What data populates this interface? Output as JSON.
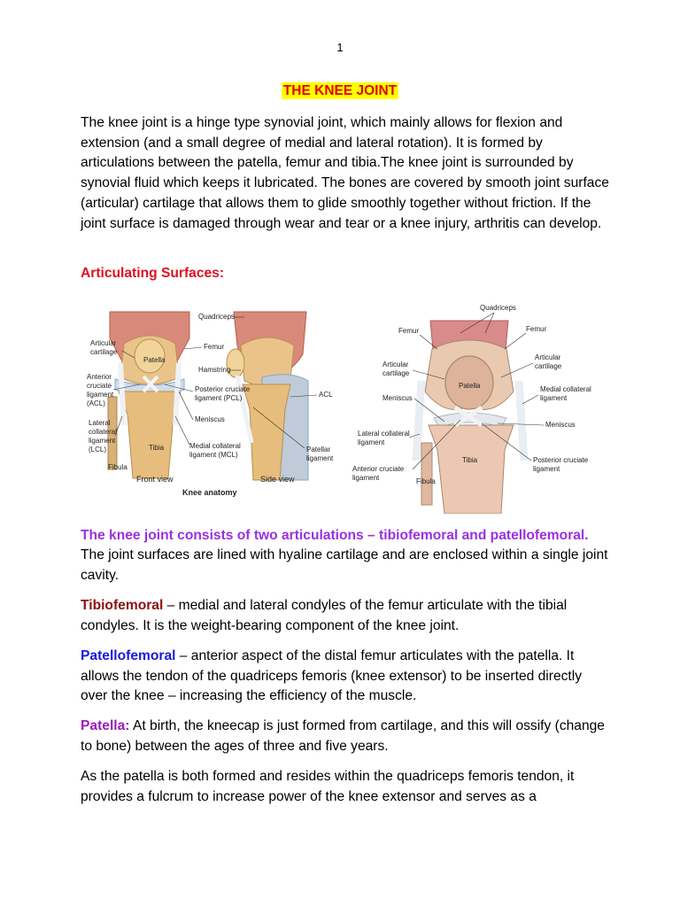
{
  "page_number": "1",
  "title": "THE KNEE JOINT",
  "intro": "The knee joint is a hinge type synovial joint, which mainly allows for flexion and extension (and a small degree of medial and lateral rotation). It is formed by articulations between the patella, femur and tibia.The knee joint is surrounded by synovial fluid which keeps it lubricated. The bones are covered by smooth joint surface (articular) cartilage that allows them to glide smoothly together without friction. If the joint surface is damaged through wear and tear or a knee injury, arthritis can develop.",
  "articulating_heading": "Articulating Surfaces:",
  "figure_left": {
    "labels": {
      "quadriceps": "Quadriceps",
      "articular_cartilage_1": "Articular",
      "articular_cartilage_2": "cartilage",
      "femur": "Femur",
      "patella": "Patella",
      "hamstring": "Hamstring",
      "acl_1": "Anterior",
      "acl_2": "cruciate",
      "acl_3": "ligament",
      "acl_4": "(ACL)",
      "pcl_1": "Posterior cruciate",
      "pcl_2": "ligament (PCL)",
      "acl_side": "ACL",
      "meniscus": "Meniscus",
      "lcl_1": "Lateral",
      "lcl_2": "collateral",
      "lcl_3": "ligament",
      "lcl_4": "(LCL)",
      "tibia": "Tibia",
      "mcl_1": "Medial collateral",
      "mcl_2": "ligament (MCL)",
      "patellar_1": "Patellar",
      "patellar_2": "ligament",
      "fibula": "Fibula",
      "front_view": "Front view",
      "side_view": "Side view",
      "caption": "Knee anatomy"
    }
  },
  "figure_right": {
    "labels": {
      "quadriceps": "Quadriceps",
      "femur_left": "Femur",
      "femur_right": "Femur",
      "articular_left_1": "Articular",
      "articular_left_2": "cartilage",
      "articular_right_1": "Articular",
      "articular_right_2": "cartilage",
      "patella": "Patella",
      "meniscus_left": "Meniscus",
      "mcl_1": "Medial collateral",
      "mcl_2": "ligament",
      "meniscus_right": "Meniscus",
      "lcl_1": "Lateral collateral",
      "lcl_2": "ligament",
      "tibia": "Tibia",
      "acl_1": "Anterior cruciate",
      "acl_2": "ligament",
      "pcl_1": "Posterior cruciate",
      "pcl_2": "ligament",
      "fibula": "Fibula"
    }
  },
  "consists_heading": "The knee joint consists of two articulations – tibiofemoral and patellofemoral.",
  "consists_body": "The joint surfaces are lined with hyaline cartilage and are enclosed within a single joint cavity.",
  "tibiofemoral_term": "Tibiofemoral",
  "tibiofemoral_body": " – medial and lateral condyles of the femur articulate with the tibial condyles. It is the weight-bearing component of the knee joint.",
  "patellofemoral_term": "Patellofemoral",
  "patellofemoral_body": " – anterior aspect of the distal femur articulates with the patella. It allows the tendon of the quadriceps femoris (knee extensor) to be inserted directly over the knee – increasing the efficiency of the muscle.",
  "patella_term": "Patella:",
  "patella_body": " At birth, the kneecap is just formed from cartilage, and this will ossify (change to bone) between the ages of three and five years.",
  "last_para": "As the patella is both formed and resides within the quadriceps femoris tendon, it provides a fulcrum to increase power of the knee extensor and serves as a"
}
